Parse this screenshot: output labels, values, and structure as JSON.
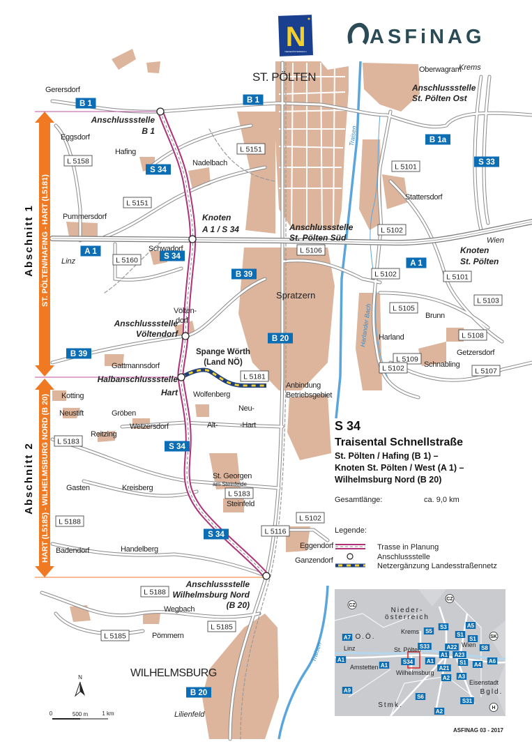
{
  "logos": {
    "noe": "N",
    "noe_sub": "NIEDERÖSTERREICH",
    "asfinag": "ASFiNAG"
  },
  "cities": {
    "st_poelten": "ST. PÖLTEN",
    "wilhelmsburg": "WILHELMSBURG"
  },
  "places": {
    "gerersdorf": "Gerersdorf",
    "eggsdorf": "Eggsdorf",
    "hafing": "Hafing",
    "nadelbach": "Nadelbach",
    "pummersdorf": "Pummersdorf",
    "schwadorf": "Schwadorf",
    "voelten1": "Völten-",
    "voelten2": "dorf",
    "gattmannsdorf": "Gattmannsdorf",
    "kotting": "Kotting",
    "neustift": "Neustift",
    "groeben": "Gröben",
    "reitzing": "Reitzing",
    "wetzersdorf": "Wetzersdorf",
    "wolfenberg": "Wolfenberg",
    "neu": "Neu-",
    "alt": "Alt-",
    "hart": "-Hart",
    "gasten": "Gasten",
    "kreisberg": "Kreisberg",
    "st_georgen": "St. Georgen",
    "am_steinfelde": "am Steinfelde",
    "steinfeld": "Steinfeld",
    "eggendorf": "Eggendorf",
    "ganzendorf": "Ganzendorf",
    "badendorf": "Badendorf",
    "handelberg": "Handelberg",
    "wegbach": "Wegbach",
    "poemmern": "Pömmern",
    "oberwagram": "Oberwagram",
    "stattersdorf": "Stattersdorf",
    "spratzern": "Spratzern",
    "brunn": "Brunn",
    "harland": "Harland",
    "getzersdorf": "Getzersdorf",
    "schnabling": "Schnabling",
    "anbindung1": "Anbindung",
    "anbindung2": "Betriebsgebiet"
  },
  "directions": {
    "krems": "Krems",
    "linz": "Linz",
    "wien": "Wien",
    "lilienfeld": "Lilienfeld"
  },
  "rivers": {
    "traisen": "Traisen",
    "harlander_bach": "Harlander Bach"
  },
  "junctions": {
    "b1": [
      "Anschlussstelle",
      "B 1"
    ],
    "knoten_a1_s34": [
      "Knoten",
      "A 1 / S 34"
    ],
    "st_poelten_ost": [
      "Anschlussstelle",
      "St. Pölten Ost"
    ],
    "st_poelten_sued": [
      "Anschlussstelle",
      "St. Pölten Süd"
    ],
    "knoten_st_poelten": [
      "Knoten",
      "St. Pölten"
    ],
    "voeltendorf": [
      "Anschlussstelle",
      "Völtendorf"
    ],
    "hart": [
      "Halbanschlussstelle",
      "Hart"
    ],
    "wilhelmsburg_nord": [
      "Anschlussstelle",
      "Wilhelmsburg Nord",
      "(B 20)"
    ]
  },
  "spange": [
    "Spange Wörth",
    "(Land NÖ)"
  ],
  "road_badges": {
    "b1a": "B 1",
    "b1b": "B 1",
    "s34a": "S 34",
    "s34b": "S 34",
    "s34c": "S 34",
    "s34d": "S 34",
    "a1a": "A 1",
    "a1b": "A 1",
    "b39a": "B 39",
    "b39b": "B 39",
    "b20a": "B 20",
    "b20b": "B 20",
    "b1a_road": "B 1a",
    "s33": "S 33"
  },
  "road_numbers": {
    "l5158": "L 5158",
    "l5151a": "L 5151",
    "l5151b": "L 5151",
    "l5160": "L 5160",
    "l5106": "L 5106",
    "l5101a": "L 5101",
    "l5102a": "L 5102",
    "l5102b": "L 5102",
    "l5101b": "L 5101",
    "l5105": "L 5105",
    "l5103": "L 5103",
    "l5108": "L 5108",
    "l5109": "L 5109",
    "l5102c": "L 5102",
    "l5107": "L 5107",
    "l5181": "L 5181",
    "l5183a": "L 5183",
    "l5183b": "L 5183",
    "l5116": "L 5116",
    "l5102d": "L 5102",
    "l5188a": "L 5188",
    "l5188b": "L 5188",
    "l5185a": "L 5185",
    "l5185b": "L 5185"
  },
  "sections": [
    {
      "title": "Abschnitt 1",
      "label": "ST. PÖLTEN/HAFING - HART (L5181)"
    },
    {
      "title": "Abschnitt 2",
      "label": "HART (L5185) - WILHELMSBURG NORD (B 20)"
    }
  ],
  "info": {
    "road": "S 34",
    "name": "Traisental Schnellstraße",
    "route": [
      "St. Pölten / Hafing (B 1) –",
      "Knoten St. Pölten / West (A 1) –",
      "Wilhelmsburg Nord (B 20)"
    ],
    "length_label": "Gesamtlänge:",
    "length_value": "ca. 9,0 km"
  },
  "legend": {
    "title": "Legende:",
    "items": [
      "Trasse in Planung",
      "Anschlussstelle",
      "Netzergänzung Landesstraßennetz"
    ]
  },
  "inset": {
    "countries": {
      "cz1": "CZ",
      "cz2": "CZ",
      "sk": "SK",
      "h": "H"
    },
    "regions": {
      "noe1": "Nieder-",
      "noe2": "österreich",
      "ooe": "O.Ö.",
      "bgld": "Bgld.",
      "stmk": "Stmk."
    },
    "places": {
      "krems": "Krems",
      "linz": "Linz",
      "st_poelten": "St. Pölten",
      "amstetten": "Amstetten",
      "wilhelmsburg": "Wilhelmsburg",
      "wien": "Wien",
      "eisenstadt": "Eisenstadt"
    },
    "badges": {
      "a7": "A7",
      "s5": "S5",
      "s3": "S3",
      "a5": "A5",
      "s1a": "S1",
      "s1b": "S1",
      "s33": "S33",
      "a22": "A22",
      "s8": "S8",
      "a1a": "A1",
      "a23": "A23",
      "a1b": "A1",
      "s34": "S34",
      "a1c": "A1",
      "s1c": "S1",
      "a4": "A4",
      "a6": "A6",
      "a1d": "A1",
      "a21": "A21",
      "a2a": "A2",
      "a3": "A3",
      "a9": "A9",
      "s6": "S6",
      "s31": "S31",
      "a2b": "A2"
    }
  },
  "scale": {
    "north": "N",
    "zero": "0",
    "mid": "500 m",
    "end": "1 km"
  },
  "credit": "ASFINAG  03 - 2017",
  "colors": {
    "route": "#b0307a",
    "section": "#f07a24",
    "badge": "#0b6db3",
    "built": "#dcb59c",
    "river": "#5aa6dc",
    "netz_blue": "#1f3f7a",
    "netz_yellow": "#f3cf2c"
  }
}
